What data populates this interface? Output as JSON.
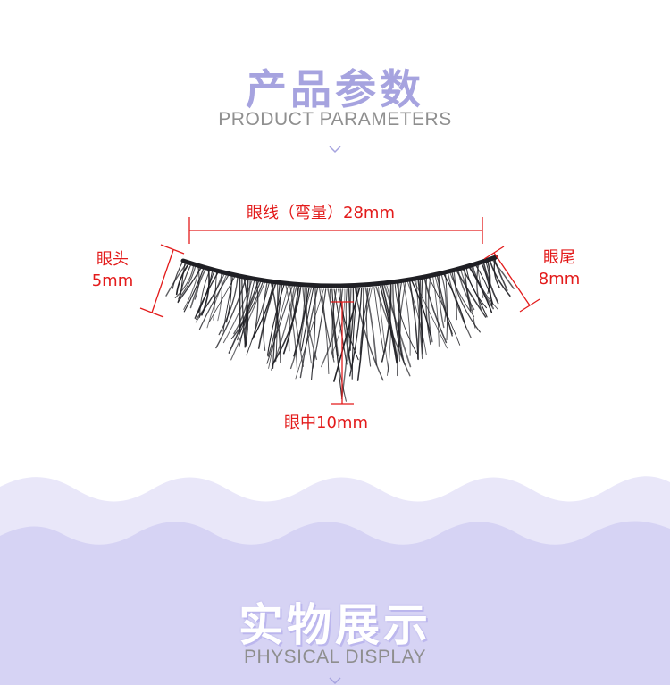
{
  "section_params": {
    "title_cn": "产品参数",
    "title_en": "PRODUCT PARAMETERS"
  },
  "measurements": {
    "width_label": "眼线（弯量）28mm",
    "head_label_line1": "眼头",
    "head_label_line2": "5mm",
    "tail_label_line1": "眼尾",
    "tail_label_line2": "8mm",
    "center_label": "眼中10mm"
  },
  "section_display": {
    "title_cn": "实物展示",
    "title_en": "PHYSICAL DISPLAY"
  },
  "colors": {
    "accent_lavender": "#a6a3df",
    "measure_red": "#e31b1b",
    "wave_light": "#e6e4f8",
    "wave_mid": "#d3d0f3",
    "subtitle_gray": "#8f8f8f"
  }
}
